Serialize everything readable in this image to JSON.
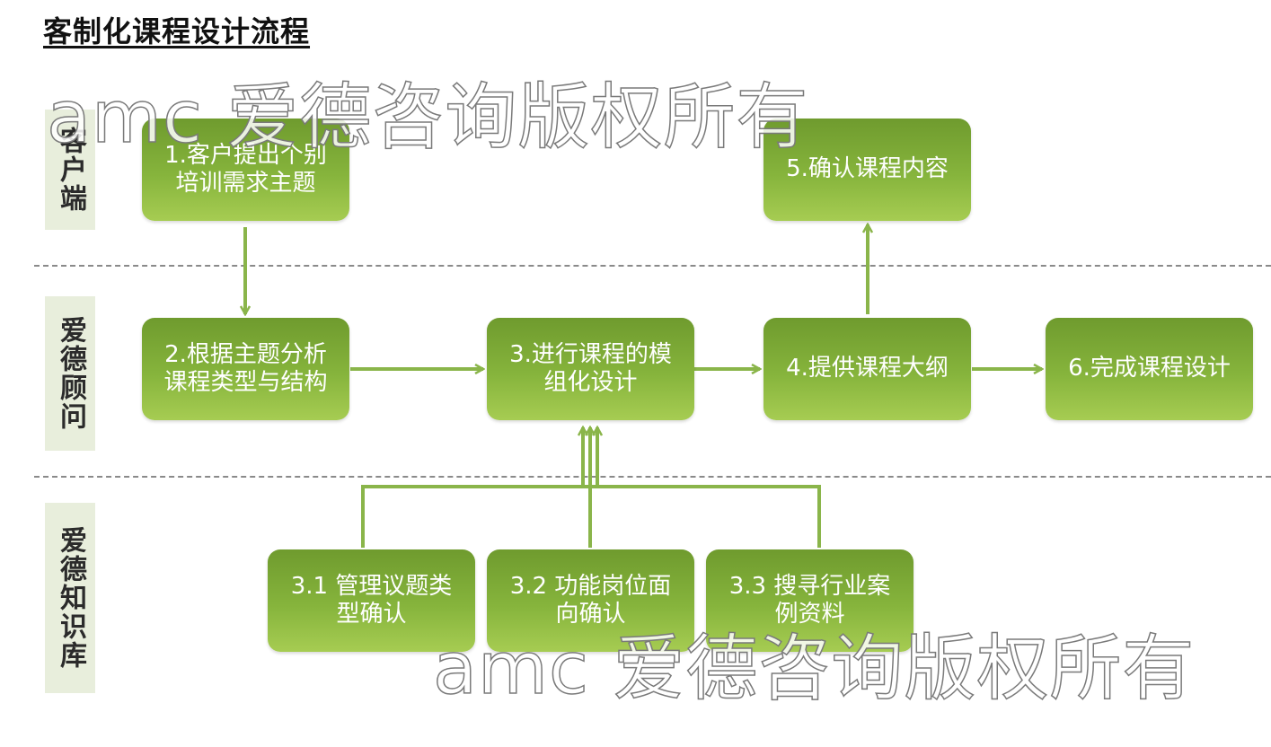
{
  "title": "客制化课程设计流程",
  "lanes": {
    "client": "客户端",
    "consultant": "爱德顾问",
    "knowledge": "爱德知识库"
  },
  "steps": {
    "s1": "1.客户提出个别培训需求主题",
    "s2": "2.根据主题分析课程类型与结构",
    "s3": "3.进行课程的模组化设计",
    "s4": "4.提供课程大纲",
    "s5": "5.确认课程内容",
    "s6": "6.完成课程设计",
    "s31": "3.1 管理议题类型确认",
    "s32": "3.2 功能岗位面向确认",
    "s33": "3.3 搜寻行业案例资料"
  },
  "watermark": "amc 爱德咨询版权所有",
  "colors": {
    "box_top": "#6f9b2e",
    "box_bottom": "#a6cc52",
    "arrow": "#8ab54a",
    "lane_bg": "#e8eedc"
  }
}
